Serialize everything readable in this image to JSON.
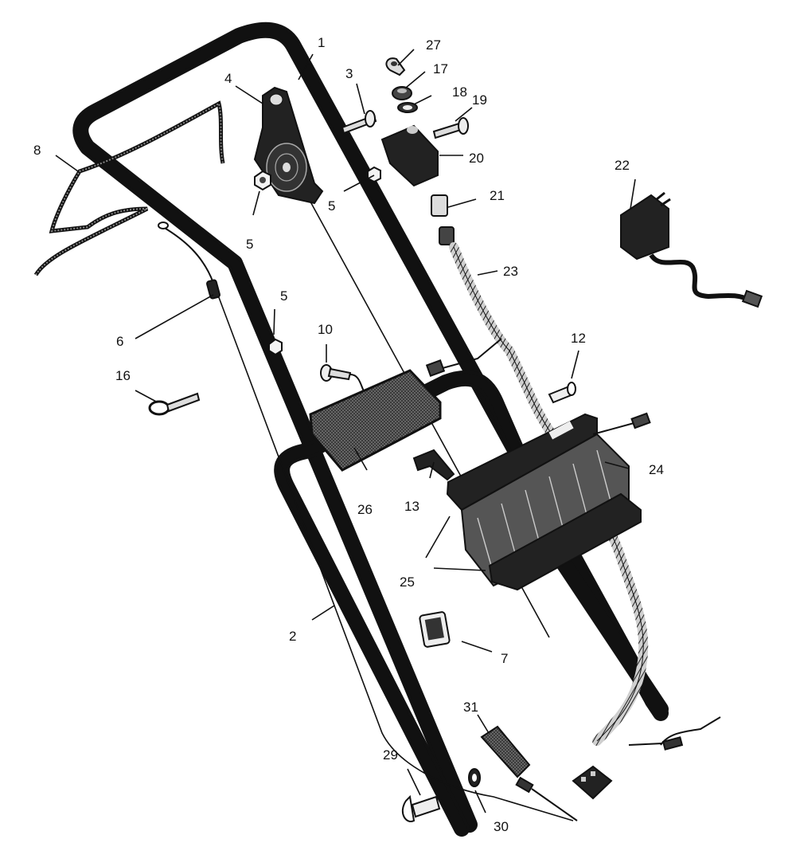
{
  "callouts": [
    {
      "id": "c1",
      "text": "1"
    },
    {
      "id": "c2",
      "text": "2"
    },
    {
      "id": "c3",
      "text": "3"
    },
    {
      "id": "c4",
      "text": "4"
    },
    {
      "id": "c5a",
      "text": "5"
    },
    {
      "id": "c5b",
      "text": "5"
    },
    {
      "id": "c5c",
      "text": "5"
    },
    {
      "id": "c6",
      "text": "6"
    },
    {
      "id": "c7",
      "text": "7"
    },
    {
      "id": "c8",
      "text": "8"
    },
    {
      "id": "c10",
      "text": "10"
    },
    {
      "id": "c12",
      "text": "12"
    },
    {
      "id": "c13",
      "text": "13"
    },
    {
      "id": "c16",
      "text": "16"
    },
    {
      "id": "c17",
      "text": "17"
    },
    {
      "id": "c18",
      "text": "18"
    },
    {
      "id": "c19",
      "text": "19"
    },
    {
      "id": "c20",
      "text": "20"
    },
    {
      "id": "c21",
      "text": "21"
    },
    {
      "id": "c22",
      "text": "22"
    },
    {
      "id": "c23",
      "text": "23"
    },
    {
      "id": "c24",
      "text": "24"
    },
    {
      "id": "c25",
      "text": "25"
    },
    {
      "id": "c26",
      "text": "26"
    },
    {
      "id": "c27",
      "text": "27"
    },
    {
      "id": "c29",
      "text": "29"
    },
    {
      "id": "c30",
      "text": "30"
    },
    {
      "id": "c31",
      "text": "31"
    }
  ]
}
